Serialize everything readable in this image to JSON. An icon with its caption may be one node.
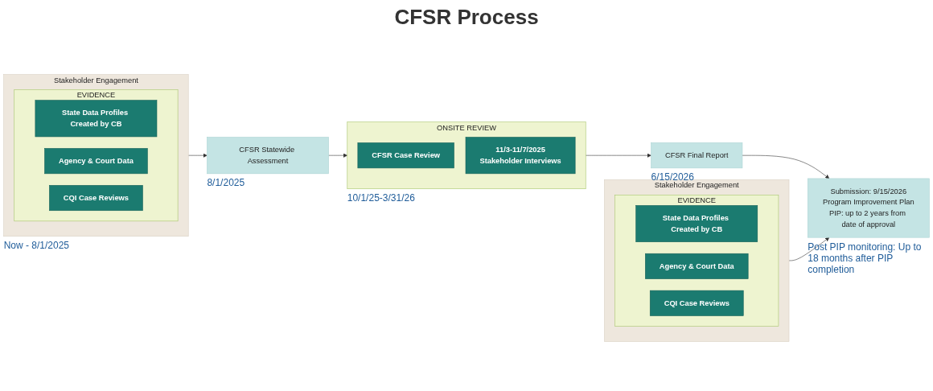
{
  "diagram": {
    "title": "CFSR Process",
    "nodes": [
      {
        "text": [
          "Stakeholder Engagement"
        ],
        "beside": [
          "Now - 8/1/2025"
        ]
      },
      {
        "text": [
          "EVIDENCE"
        ],
        "in": 0
      },
      {
        "text": [
          "State Data Profiles Created by CB"
        ],
        "in": 1
      },
      {
        "text": [
          "Agency & Court Data"
        ],
        "in": 1
      },
      {
        "text": [
          "CQI Case Reviews"
        ],
        "in": 1
      },
      {
        "text": [
          "CFSR Statewide Assessment"
        ],
        "beside": [
          "8/1/2025"
        ]
      },
      {
        "text": [
          "ONSITE REVIEW"
        ],
        "beside": [
          "10/1/25-3/31/26"
        ]
      },
      {
        "text": [
          "CFSR Case Review"
        ],
        "in": 6
      },
      {
        "text": [
          "11/3-11/7/2025",
          "Stakeholder Interviews"
        ],
        "in": 6
      },
      {
        "text": [
          "CFSR Final Report"
        ],
        "beside": [
          "6/15/2026"
        ]
      },
      {
        "text": [
          "Submission: 9/15/2026",
          "Program Improvement Plan",
          "PIP: up to 2 years from date of approval"
        ],
        "beside": [
          "Post PIP monitoring: Up to 18 months after PIP completion"
        ]
      },
      {
        "text": [
          "Stakeholder Engagement"
        ]
      },
      {
        "text": [
          "EVIDENCE"
        ],
        "in": 11
      },
      {
        "text": [
          "State Data Profiles Created by CB"
        ],
        "in": 12
      },
      {
        "text": [
          "Agency & Court Data"
        ],
        "in": 12
      },
      {
        "text": [
          "CQI Case Reviews"
        ],
        "in": 12
      }
    ],
    "edges": [
      {
        "from": 0,
        "to": 5,
        "arrow": "to"
      },
      {
        "from": 5,
        "to": 6,
        "arrow": "to"
      },
      {
        "from": 6,
        "to": 9,
        "arrow": "to"
      },
      {
        "from": 9,
        "to": 10,
        "arrow": "to"
      },
      {
        "from": 11,
        "to": 10,
        "arrow": "to"
      }
    ]
  }
}
